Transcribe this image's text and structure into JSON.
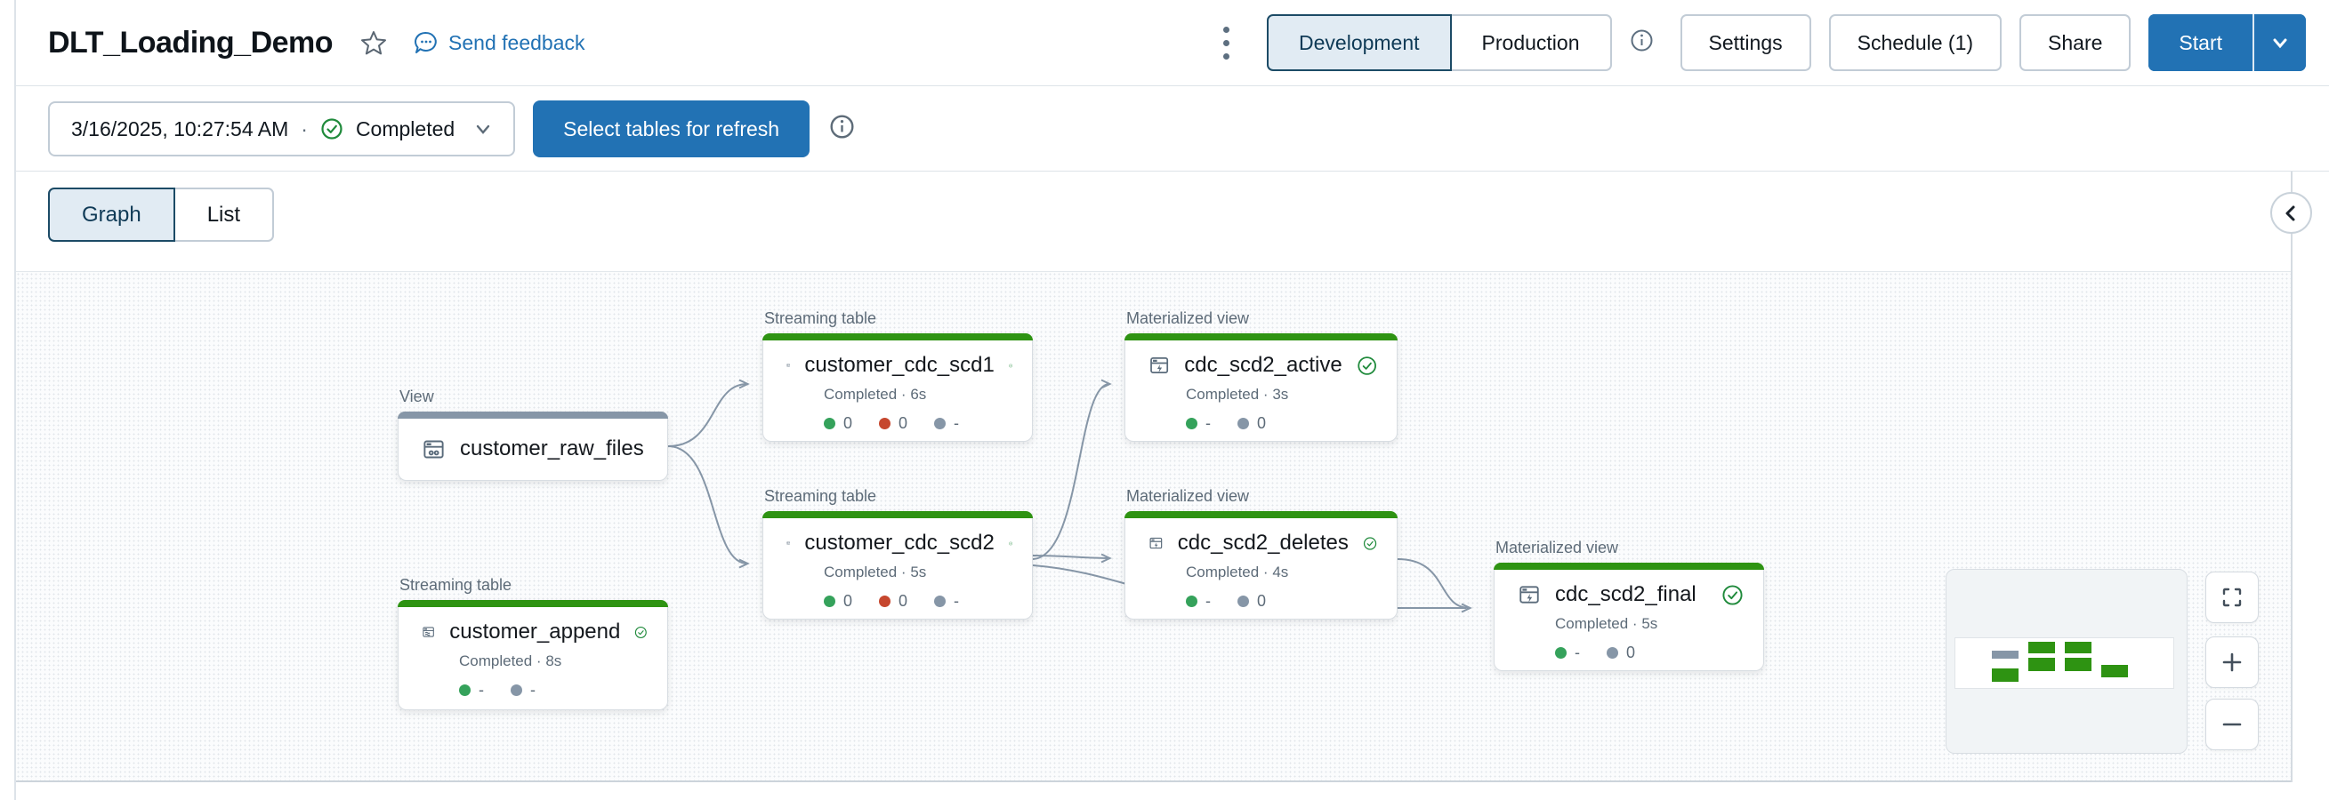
{
  "header": {
    "title": "DLT_Loading_Demo",
    "feedback_label": "Send feedback",
    "mode_toggle": {
      "options": [
        "Development",
        "Production"
      ],
      "selected": "Development"
    },
    "settings_label": "Settings",
    "schedule_label": "Schedule (1)",
    "share_label": "Share",
    "start_label": "Start"
  },
  "run_bar": {
    "timestamp": "3/16/2025, 10:27:54 AM",
    "separator": "·",
    "status": "Completed",
    "select_tables_label": "Select tables for refresh"
  },
  "view_tabs": {
    "options": [
      "Graph",
      "List"
    ],
    "selected": "Graph"
  },
  "graph": {
    "nodes": [
      {
        "id": "customer_raw_files",
        "type_label": "View",
        "title": "customer_raw_files"
      },
      {
        "id": "customer_cdc_scd1",
        "type_label": "Streaming table",
        "title": "customer_cdc_scd1",
        "status": "Completed · 6s",
        "metrics": [
          {
            "color": "green",
            "value": "0"
          },
          {
            "color": "red",
            "value": "0"
          },
          {
            "color": "gray",
            "value": "-"
          }
        ]
      },
      {
        "id": "customer_cdc_scd2",
        "type_label": "Streaming table",
        "title": "customer_cdc_scd2",
        "status": "Completed · 5s",
        "metrics": [
          {
            "color": "green",
            "value": "0"
          },
          {
            "color": "red",
            "value": "0"
          },
          {
            "color": "gray",
            "value": "-"
          }
        ]
      },
      {
        "id": "cdc_scd2_active",
        "type_label": "Materialized view",
        "title": "cdc_scd2_active",
        "status": "Completed · 3s",
        "metrics": [
          {
            "color": "green",
            "value": "-"
          },
          {
            "color": "gray",
            "value": "0"
          }
        ]
      },
      {
        "id": "cdc_scd2_deletes",
        "type_label": "Materialized view",
        "title": "cdc_scd2_deletes",
        "status": "Completed · 4s",
        "metrics": [
          {
            "color": "green",
            "value": "-"
          },
          {
            "color": "gray",
            "value": "0"
          }
        ]
      },
      {
        "id": "cdc_scd2_final",
        "type_label": "Materialized view",
        "title": "cdc_scd2_final",
        "status": "Completed · 5s",
        "metrics": [
          {
            "color": "green",
            "value": "-"
          },
          {
            "color": "gray",
            "value": "0"
          }
        ]
      },
      {
        "id": "customer_append",
        "type_label": "Streaming table",
        "title": "customer_append",
        "status": "Completed · 8s",
        "metrics": [
          {
            "color": "green",
            "value": "-"
          },
          {
            "color": "gray",
            "value": "-"
          }
        ]
      }
    ],
    "edges": [
      {
        "from": "customer_raw_files",
        "to": "customer_cdc_scd1"
      },
      {
        "from": "customer_raw_files",
        "to": "customer_cdc_scd2"
      },
      {
        "from": "customer_cdc_scd2",
        "to": "cdc_scd2_active"
      },
      {
        "from": "customer_cdc_scd2",
        "to": "cdc_scd2_deletes"
      },
      {
        "from": "customer_cdc_scd2",
        "to": "cdc_scd2_final"
      },
      {
        "from": "cdc_scd2_deletes",
        "to": "cdc_scd2_final"
      }
    ]
  },
  "colors": {
    "accent_blue": "#2272b4",
    "success_green": "#2e9312",
    "selected_segment_bg": "#e1ebf3",
    "selected_segment_border": "#1c4b66",
    "edge_gray": "#8696a7",
    "dot_green": "#35a25b",
    "dot_red": "#c6472e",
    "dot_gray": "#8696a7",
    "view_bar_gray": "#8696a7"
  }
}
